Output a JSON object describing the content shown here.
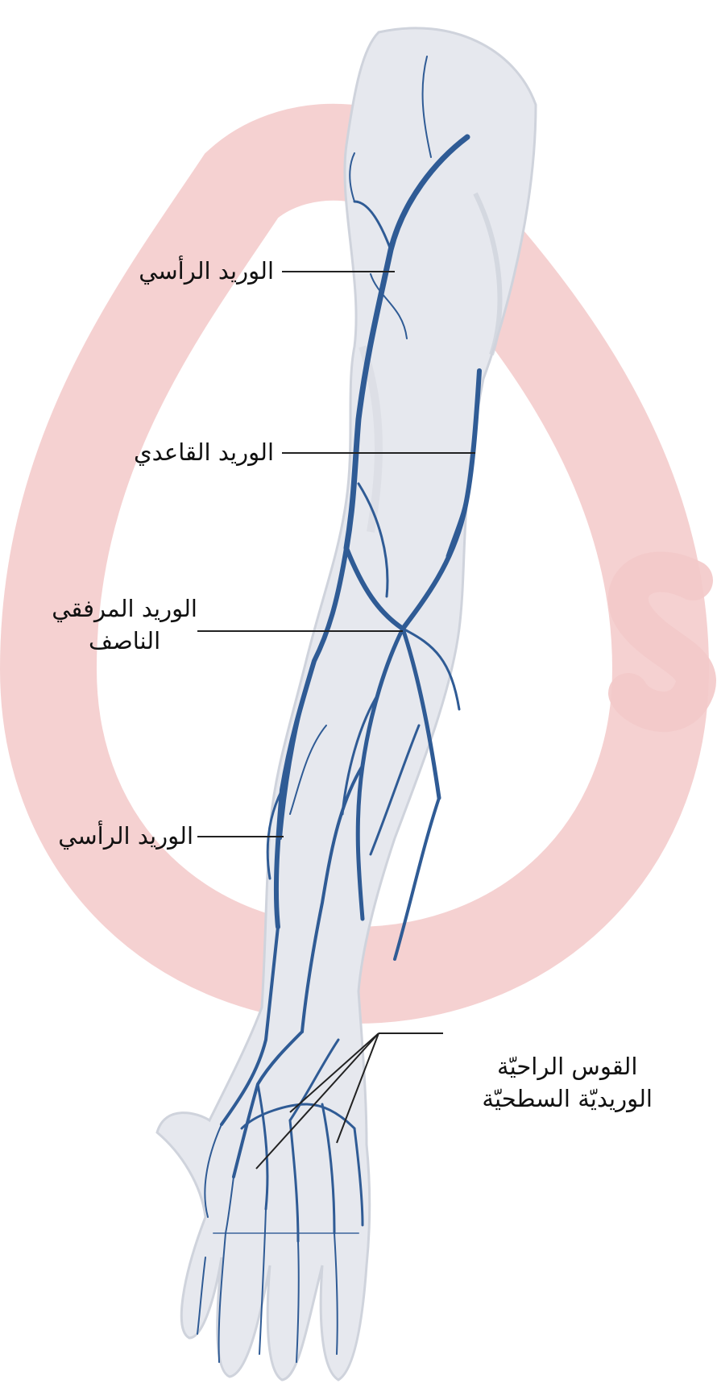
{
  "colors": {
    "background": "#ffffff",
    "watermark": "#f3c9c9",
    "arm_skin": "#e6e8ee",
    "arm_shadow": "#cfd3dc",
    "vein": "#2f5b95",
    "leader_line": "#222222",
    "label_text": "#111111"
  },
  "labels": {
    "cephalic_upper": "الوريد الرأسي",
    "basilic": "الوريد القاعدي",
    "median_cubital_line1": "الوريد المرفقي",
    "median_cubital_line2": "الناصف",
    "cephalic_forearm": "الوريد الرأسي",
    "palmar_arch_line1": "القوس الراحيّة",
    "palmar_arch_line2": "الوريديّة السطحيّة"
  },
  "icons": {
    "watermark": "droplet-s-logo-icon"
  }
}
